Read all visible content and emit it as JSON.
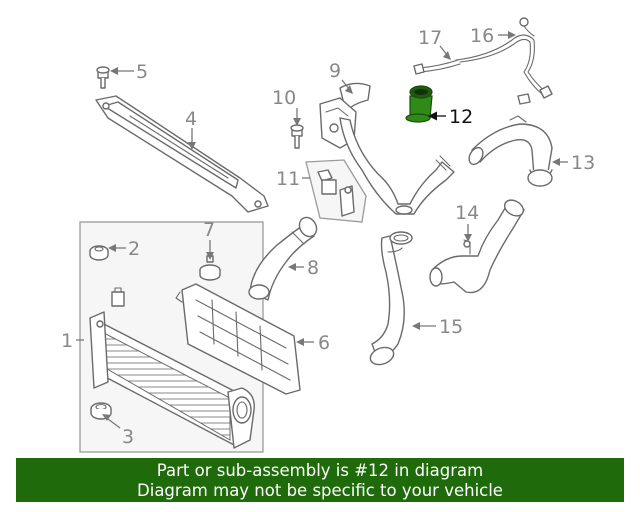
{
  "callouts": [
    "1",
    "2",
    "3",
    "4",
    "5",
    "6",
    "7",
    "8",
    "9",
    "10",
    "11",
    "12",
    "13",
    "14",
    "15",
    "16",
    "17"
  ],
  "highlight": {
    "part": "12",
    "color": "#2e8b17"
  },
  "banner": {
    "line1": "Part or sub-assembly is #12 in diagram",
    "line2": "Diagram may not be specific to your vehicle",
    "color": "#1f6b0c"
  }
}
